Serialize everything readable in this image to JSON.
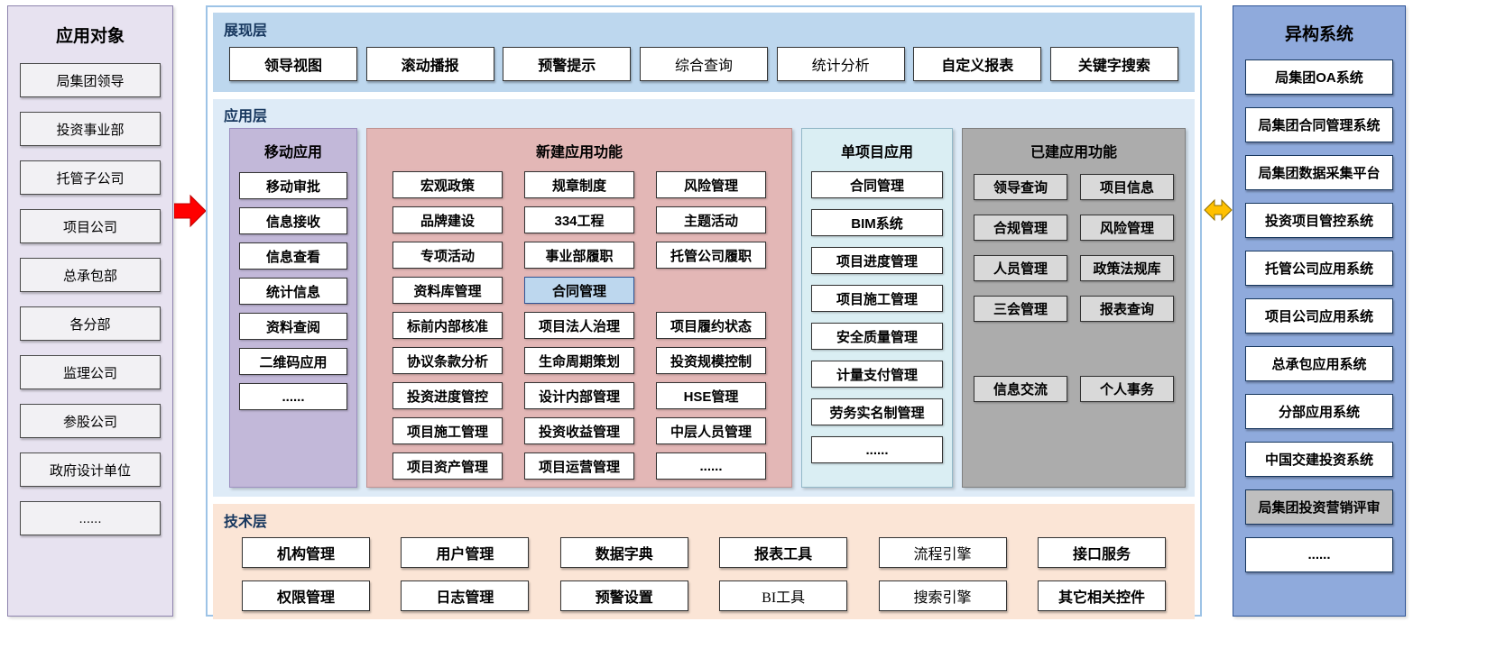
{
  "left_panel": {
    "title": "应用对象",
    "items": [
      "局集团领导",
      "投资事业部",
      "托管子公司",
      "项目公司",
      "总承包部",
      "各分部",
      "监理公司",
      "参股公司",
      "政府设计单位",
      "......"
    ]
  },
  "center": {
    "presentation": {
      "title": "展现层",
      "buttons": [
        {
          "label": "领导视图"
        },
        {
          "label": "滚动播报"
        },
        {
          "label": "预警提示"
        },
        {
          "label": "综合查询",
          "variant": "serif"
        },
        {
          "label": "统计分析",
          "variant": "serif"
        },
        {
          "label": "自定义报表"
        },
        {
          "label": "关键字搜索"
        }
      ]
    },
    "application": {
      "title": "应用层",
      "mobile": {
        "title": "移动应用",
        "items": [
          "移动审批",
          "信息接收",
          "信息查看",
          "统计信息",
          "资料查阅",
          "二维码应用",
          "......"
        ]
      },
      "new_functions": {
        "title": "新建应用功能",
        "rows": [
          [
            "宏观政策",
            "规章制度",
            "风险管理"
          ],
          [
            "品牌建设",
            "334工程",
            "主题活动"
          ],
          [
            "专项活动",
            "事业部履职",
            "托管公司履职"
          ],
          [
            "资料库管理",
            {
              "label": "合同管理",
              "highlight": true
            },
            null
          ],
          [
            "标前内部核准",
            "项目法人治理",
            "项目履约状态"
          ],
          [
            "协议条款分析",
            "生命周期策划",
            "投资规模控制"
          ],
          [
            "投资进度管控",
            "设计内部管理",
            "HSE管理"
          ],
          [
            "项目施工管理",
            "投资收益管理",
            "中层人员管理"
          ],
          [
            "项目资产管理",
            "项目运营管理",
            "......"
          ]
        ]
      },
      "single_project": {
        "title": "单项目应用",
        "items": [
          "合同管理",
          "BIM系统",
          "项目进度管理",
          "项目施工管理",
          "安全质量管理",
          "计量支付管理",
          "劳务实名制管理",
          "......"
        ]
      },
      "built_functions": {
        "title": "已建应用功能",
        "rows_top": [
          [
            "领导查询",
            "项目信息"
          ],
          [
            "合规管理",
            "风险管理"
          ],
          [
            "人员管理",
            "政策法规库"
          ],
          [
            "三会管理",
            "报表查询"
          ]
        ],
        "rows_bottom": [
          [
            "信息交流",
            "个人事务"
          ]
        ]
      }
    },
    "technology": {
      "title": "技术层",
      "rows": [
        [
          {
            "label": "机构管理"
          },
          {
            "label": "用户管理"
          },
          {
            "label": "数据字典"
          },
          {
            "label": "报表工具"
          },
          {
            "label": "流程引擎",
            "variant": "serif"
          },
          {
            "label": "接口服务"
          }
        ],
        [
          {
            "label": "权限管理"
          },
          {
            "label": "日志管理"
          },
          {
            "label": "预警设置"
          },
          {
            "label": "BI工具",
            "variant": "serif"
          },
          {
            "label": "搜索引擎",
            "variant": "serif"
          },
          {
            "label": "其它相关控件"
          }
        ]
      ]
    }
  },
  "right_panel": {
    "title": "异构系统",
    "items": [
      {
        "label": "局集团OA系统"
      },
      {
        "label": "局集团合同管理系统"
      },
      {
        "label": "局集团数据采集平台"
      },
      {
        "label": "投资项目管控系统"
      },
      {
        "label": "托管公司应用系统"
      },
      {
        "label": "项目公司应用系统"
      },
      {
        "label": "总承包应用系统"
      },
      {
        "label": "分部应用系统"
      },
      {
        "label": "中国交建投资系统"
      },
      {
        "label": "局集团投资营销评审",
        "variant": "gray"
      },
      {
        "label": "......"
      }
    ]
  },
  "colors": {
    "outer_border": "#9DC3E6",
    "presentation_bg": "#BDD7EE",
    "application_bg": "#DEEBF7",
    "technology_bg": "#FBE5D6",
    "mobile_bg": "#C2B8D9",
    "new_functions_bg": "#E3B7B6",
    "single_project_bg": "#DAEEF3",
    "built_functions_bg": "#ACACAC",
    "left_panel_bg": "#E7E2F0",
    "right_panel_bg": "#8FAADC",
    "highlight_box_bg": "#BDD7EE",
    "gray_item_bg": "#BFBFBF",
    "red_arrow": "#FF0000",
    "yellow_arrow": "#FFC000"
  }
}
